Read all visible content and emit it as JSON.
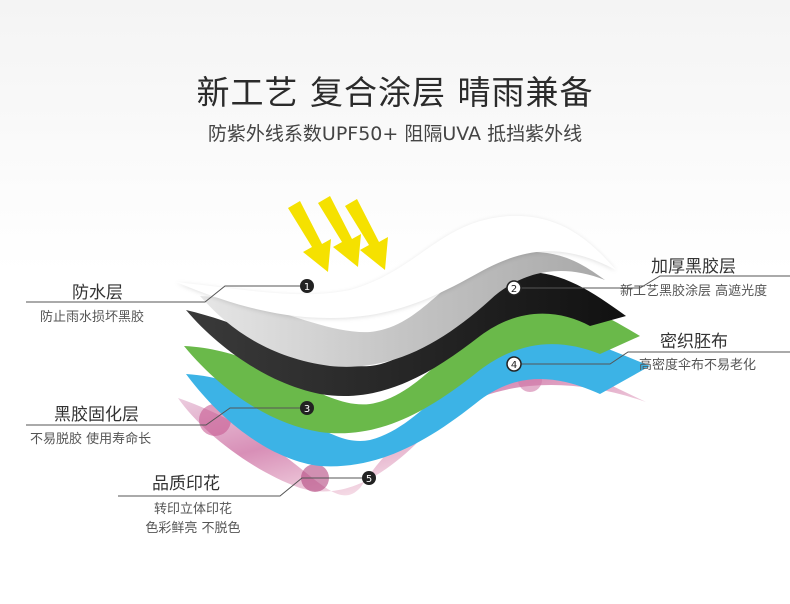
{
  "header": {
    "title": "新工艺 复合涂层 晴雨兼备",
    "subtitle": "防紫外线系数UPF50+ 阻隔UVA 抵挡紫外线"
  },
  "layers": [
    {
      "number": "1",
      "name": "防水层",
      "desc": "防止雨水损坏黑胶"
    },
    {
      "number": "2",
      "name": "加厚黑胶层",
      "desc": "新工艺黑胶涂层 高遮光度"
    },
    {
      "number": "3",
      "name": "黑胶固化层",
      "desc": "不易脱胶 使用寿命长"
    },
    {
      "number": "4",
      "name": "密织胚布",
      "desc": "高密度伞布不易老化"
    },
    {
      "number": "5",
      "name": "品质印花",
      "desc_line1": "转印立体印花",
      "desc_line2": "色彩鲜亮  不脱色"
    }
  ],
  "colors": {
    "arrow": "#f5e100",
    "white_layer": "#ffffff",
    "gray_layer": "#c9c9c9",
    "black_layer": "#333333",
    "green_layer": "#6ab94a",
    "blue_layer": "#3cb3e6",
    "print_layer": "#e7c6da"
  },
  "icons": [
    "sun-ray-arrow-icon"
  ]
}
